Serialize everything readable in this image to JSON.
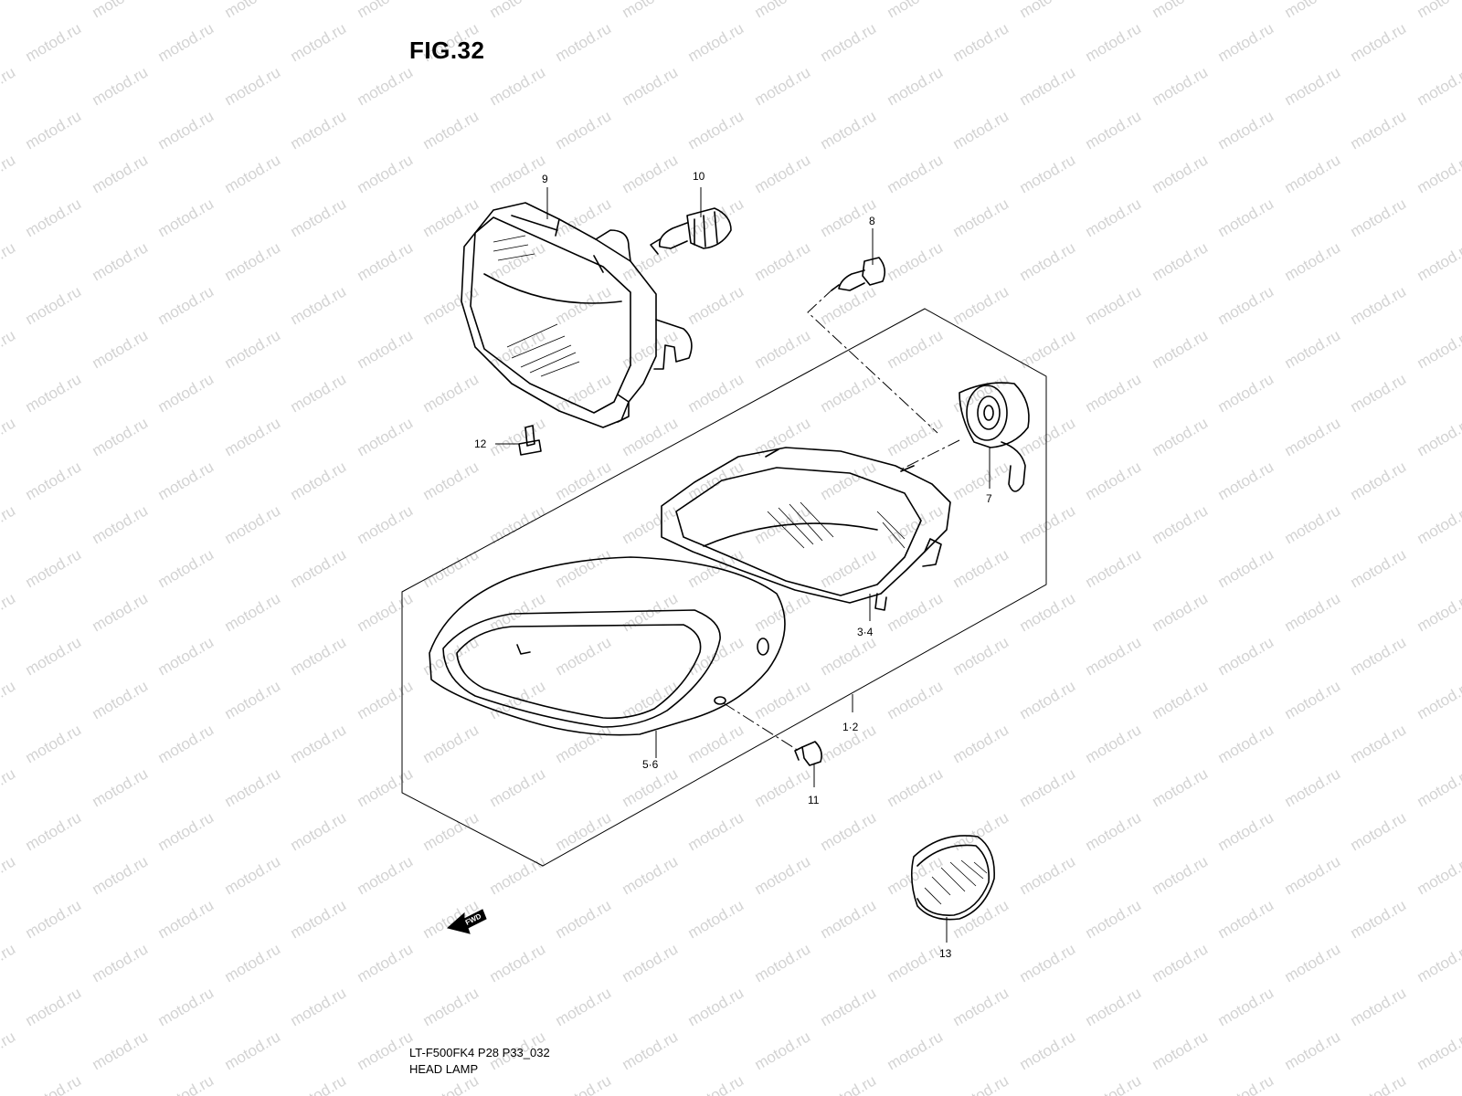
{
  "figure": {
    "title": "FIG.32",
    "model_code": "LT-F500FK4 P28 P33_032",
    "caption": "HEAD LAMP",
    "watermark": "motod.ru",
    "direction_label": "FWD"
  },
  "callouts": [
    {
      "id": "9",
      "label": "9"
    },
    {
      "id": "10",
      "label": "10"
    },
    {
      "id": "8",
      "label": "8"
    },
    {
      "id": "12",
      "label": "12"
    },
    {
      "id": "7",
      "label": "7"
    },
    {
      "id": "3-4",
      "label": "3·4"
    },
    {
      "id": "1-2",
      "label": "1·2"
    },
    {
      "id": "5-6",
      "label": "5·6"
    },
    {
      "id": "11",
      "label": "11"
    },
    {
      "id": "13",
      "label": "13"
    }
  ],
  "colors": {
    "line": "#000000",
    "watermark": "#d3d3d3",
    "background": "#ffffff"
  }
}
